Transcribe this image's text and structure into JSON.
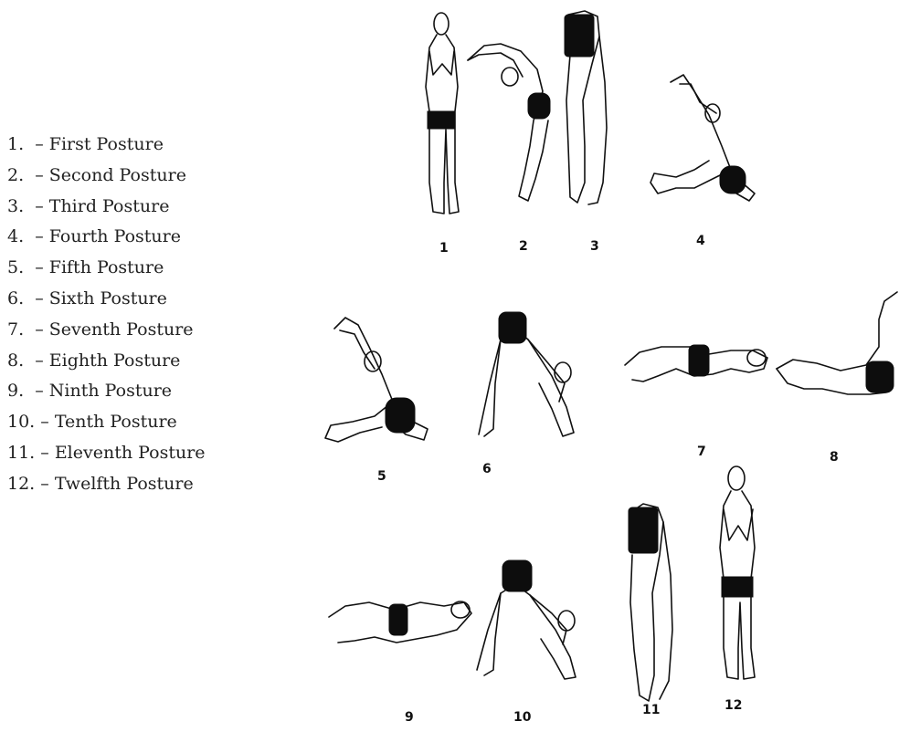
{
  "legend": [
    {
      "num": "1.",
      "label": "First Posture"
    },
    {
      "num": "2.",
      "label": "Second Posture"
    },
    {
      "num": "3.",
      "label": "Third Posture"
    },
    {
      "num": "4.",
      "label": "Fourth Posture"
    },
    {
      "num": "5.",
      "label": "Fifth Posture"
    },
    {
      "num": "6.",
      "label": "Sixth Posture"
    },
    {
      "num": "7.",
      "label": "Seventh Posture"
    },
    {
      "num": "8.",
      "label": "Eighth Posture"
    },
    {
      "num": "9.",
      "label": "Ninth Posture"
    },
    {
      "num": "10.",
      "label": "Tenth Posture"
    },
    {
      "num": "11.",
      "label": "Eleventh Posture"
    },
    {
      "num": "12.",
      "label": "Twelfth Posture"
    }
  ],
  "figure_numbers": [
    "1",
    "2",
    "3",
    "4",
    "5",
    "6",
    "7",
    "8",
    "9",
    "10",
    "11",
    "12"
  ],
  "colors": {
    "ink": "#111111",
    "text": "#222222",
    "background": "#ffffff"
  }
}
